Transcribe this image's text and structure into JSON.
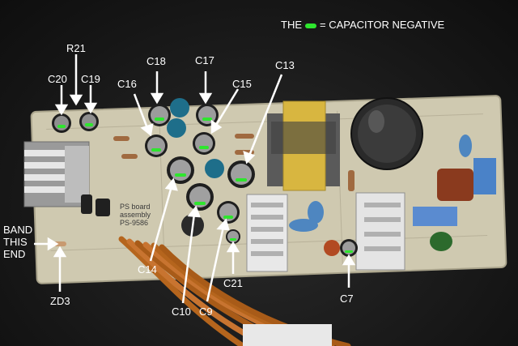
{
  "legend": {
    "prefix": "THE",
    "suffix": "= CAPACITOR NEGATIVE",
    "mark_color": "#2ee62e"
  },
  "labels": {
    "c20": "C20",
    "r21": "R21",
    "c19": "C19",
    "c18": "C18",
    "c17": "C17",
    "c16": "C16",
    "c15": "C15",
    "c13": "C13",
    "c14": "C14",
    "c10": "C10",
    "c9": "C9",
    "c21": "C21",
    "c7": "C7",
    "zd3": "ZD3",
    "band_line1": "BAND",
    "band_line2": "THIS",
    "band_line3": "END"
  },
  "board_text": {
    "line1": "PS board",
    "line2": "assembly",
    "line3": "PS-9586"
  },
  "colors": {
    "pcb": "#cfc9b0",
    "negative_mark": "#2ee62e",
    "annotation": "#ffffff"
  }
}
